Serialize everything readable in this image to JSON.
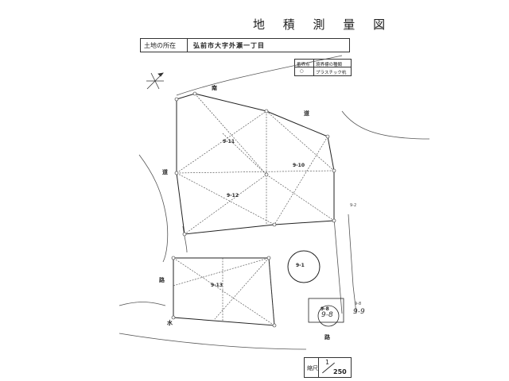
{
  "title": "地 積 測 量 図",
  "location": {
    "label": "土地の所在",
    "value": "弘前市大字外瀬一丁目"
  },
  "legend": {
    "col1": "番界点",
    "col2": "境界標の種類",
    "symbol": "○",
    "type": "プラスチック杭"
  },
  "scale": {
    "label": "縮尺",
    "numerator": "1",
    "denominator": "250"
  },
  "roads": {
    "south": "南",
    "road_top": "道",
    "road_left": "道",
    "water": "水",
    "road_bottom": "路",
    "road_left_bottom": "路"
  },
  "lots": {
    "l911": "9-11",
    "l910": "9-10",
    "l912": "9-12",
    "l913": "9-13",
    "l91": "9-1",
    "l98": "9-8",
    "l92": "9-2",
    "l98b": "9-8"
  },
  "handwriting": {
    "a": "9-8",
    "b": "9-9"
  }
}
